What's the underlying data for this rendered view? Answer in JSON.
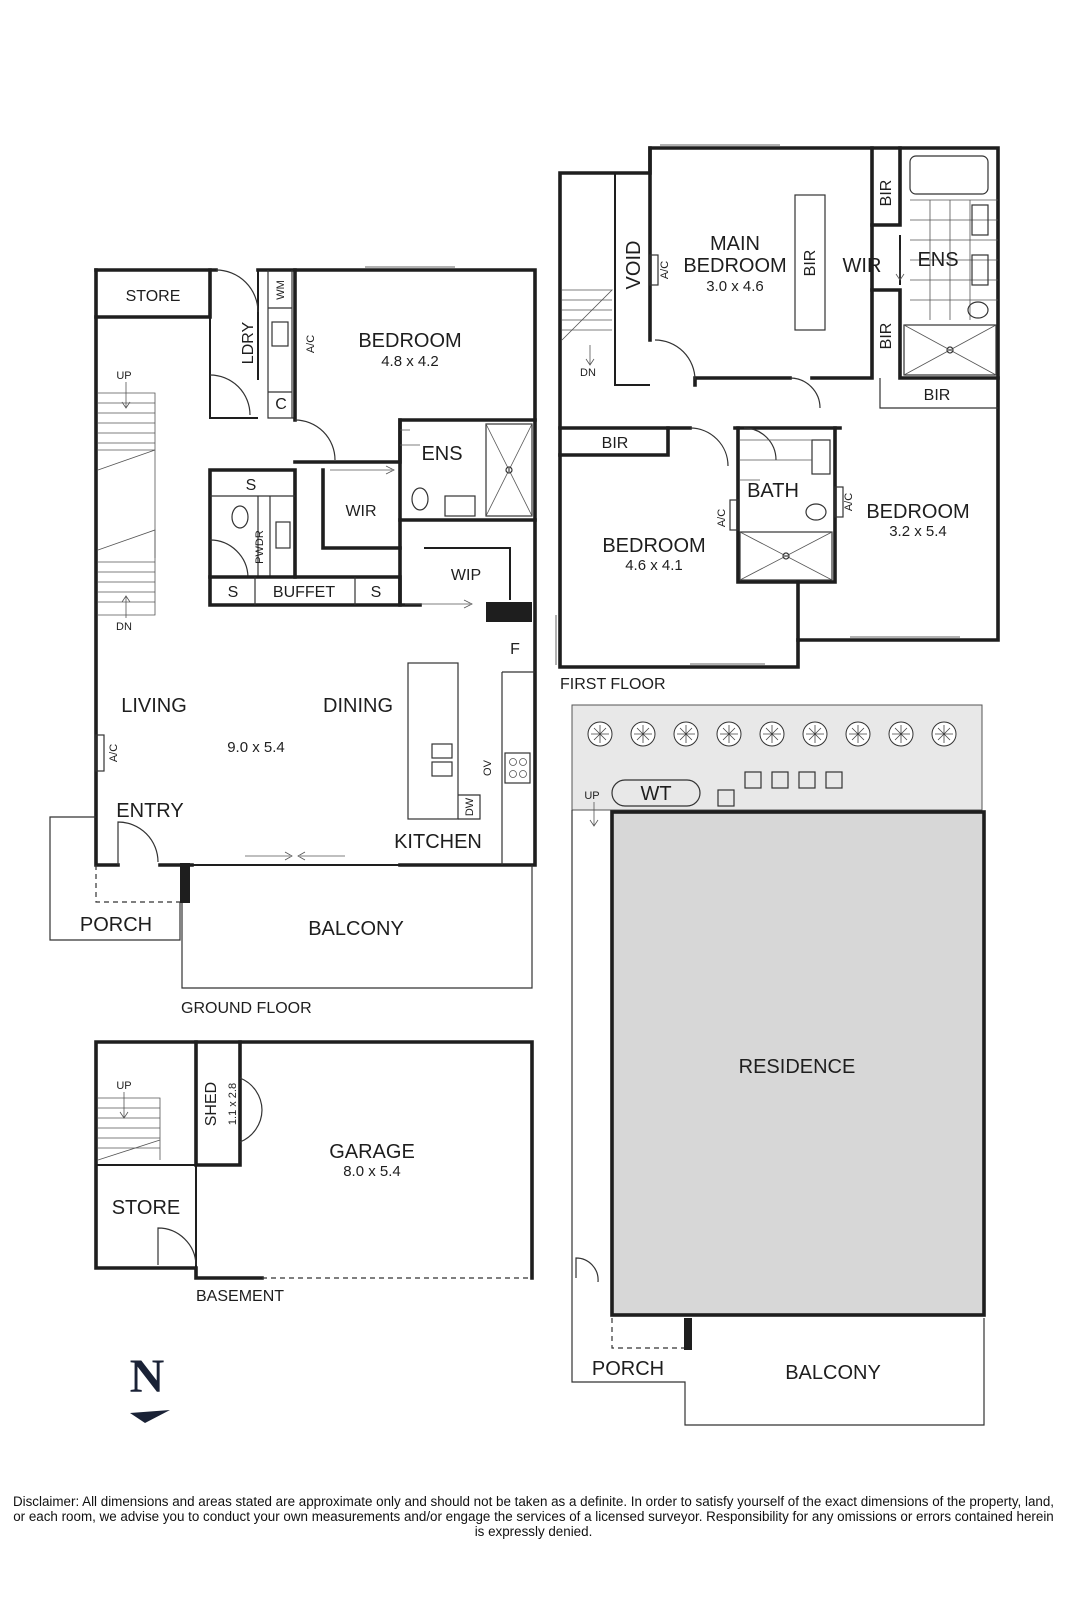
{
  "floors": {
    "first": "FIRST FLOOR",
    "ground": "GROUND FLOOR",
    "basement": "BASEMENT"
  },
  "rooms": {
    "store_gf": "STORE",
    "ldry": "LDRY",
    "wm": "WM",
    "ac": "A/C",
    "c": "C",
    "bed_gf": "BEDROOM",
    "bed_gf_dim": "4.8 x 4.2",
    "ens": "ENS",
    "wir": "WIR",
    "s": "S",
    "pwdr": "PWDR",
    "buffet": "BUFFET",
    "wip": "WIP",
    "f": "F",
    "living": "LIVING",
    "dining": "DINING",
    "living_dim": "9.0 x 5.4",
    "ov": "OV",
    "dw": "DW",
    "entry": "ENTRY",
    "kitchen": "KITCHEN",
    "porch": "PORCH",
    "balcony": "BALCONY",
    "up": "UP",
    "dn": "DN",
    "void": "VOID",
    "main_bed_1": "MAIN",
    "main_bed_2": "BEDROOM",
    "main_bed_dim": "3.0 x 4.6",
    "bir": "BIR",
    "bath": "BATH",
    "bed2": "BEDROOM",
    "bed2_dim": "4.6 x 4.1",
    "bed3": "BEDROOM",
    "bed3_dim": "3.2 x 5.4",
    "shed": "SHED",
    "shed_dim": "1.1 x 2.8",
    "garage": "GARAGE",
    "garage_dim": "8.0 x 5.4",
    "store_b": "STORE",
    "wt": "WT",
    "residence": "RESIDENCE"
  },
  "north": "N",
  "disclaimer": "Disclaimer: All dimensions and areas stated are approximate only and should not be taken as a definite. In order to satisfy yourself of the exact dimensions of the property, land, or each room, we advise you to conduct your own measurements and/or engage the services of a licensed surveyor. Responsibility for any omissions or errors contained herein is expressly denied.",
  "colors": {
    "wall": "#1e1e1e",
    "residence": "#d7d7d7",
    "yard": "#e8e8e8",
    "north": "#1a2236"
  }
}
